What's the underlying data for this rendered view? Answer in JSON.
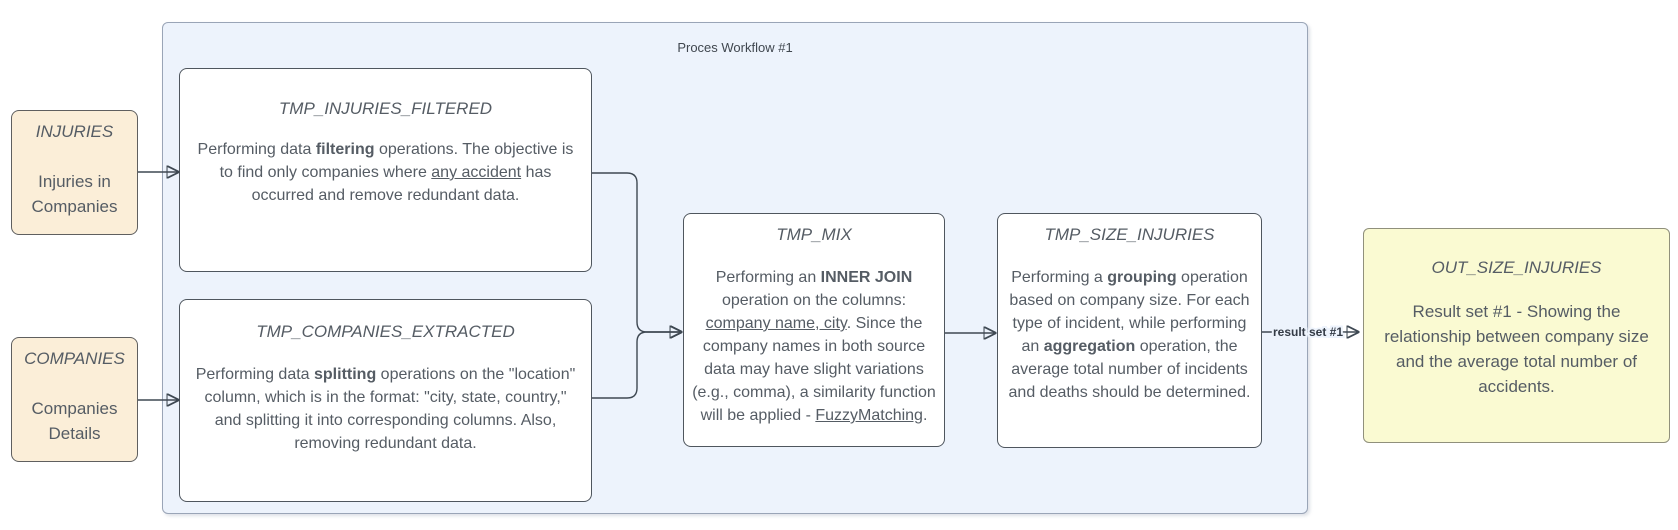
{
  "workflow": {
    "title": "Proces Workflow #1"
  },
  "nodes": {
    "injuries": {
      "title": "INJURIES",
      "body": [
        {
          "text": "Injuries in Companies"
        }
      ]
    },
    "companies": {
      "title": "COMPANIES",
      "body": [
        {
          "text": "Companies Details"
        }
      ]
    },
    "tmp_injuries_filtered": {
      "title": "TMP_INJURIES_FILTERED",
      "body": [
        {
          "text": "Performing data "
        },
        {
          "text": "filtering",
          "bold": true
        },
        {
          "text": " operations. The objective is to find only companies where "
        },
        {
          "text": "any accident",
          "underline": true
        },
        {
          "text": " has occurred and remove redundant data."
        }
      ]
    },
    "tmp_companies_extracted": {
      "title": "TMP_COMPANIES_EXTRACTED",
      "body": [
        {
          "text": "Performing data "
        },
        {
          "text": "splitting",
          "bold": true
        },
        {
          "text": " operations on the \"location\" column, which is in the format: \"city, state, country,\" and splitting it into corresponding columns. Also, removing redundant data."
        }
      ]
    },
    "tmp_mix": {
      "title": "TMP_MIX",
      "body": [
        {
          "text": "Performing an "
        },
        {
          "text": "INNER JOIN",
          "bold": true
        },
        {
          "text": " operation on the columns: "
        },
        {
          "text": "company name, city",
          "underline": true
        },
        {
          "text": ". Since the company names in both source data may have slight variations (e.g., comma), a similarity function will be applied - "
        },
        {
          "text": "FuzzyMatching",
          "underline": true
        },
        {
          "text": "."
        }
      ]
    },
    "tmp_size_injuries": {
      "title": "TMP_SIZE_INJURIES",
      "body": [
        {
          "text": "Performing a "
        },
        {
          "text": "grouping",
          "bold": true
        },
        {
          "text": " operation based on company size. For each type of incident, while performing an "
        },
        {
          "text": "aggregation",
          "bold": true
        },
        {
          "text": " operation, the average total number of incidents and deaths should be determined."
        }
      ]
    },
    "out_size_injuries": {
      "title": "OUT_SIZE_INJURIES",
      "body": [
        {
          "text": "Result set #1 - Showing the relationship between company size and the average total number of accidents."
        }
      ]
    }
  },
  "edges": {
    "result_label": "result set #1"
  },
  "colors": {
    "container_fill": "#EDF3FC",
    "container_border": "#9AA5B7",
    "source_fill": "#FBEED8",
    "source_border": "#5F5F5F",
    "step_fill": "#FFFFFF",
    "step_border": "#4F565E",
    "output_fill": "#FAFAD2",
    "output_border": "#90907C",
    "edge": "#3E4852",
    "text": "#545B63"
  }
}
